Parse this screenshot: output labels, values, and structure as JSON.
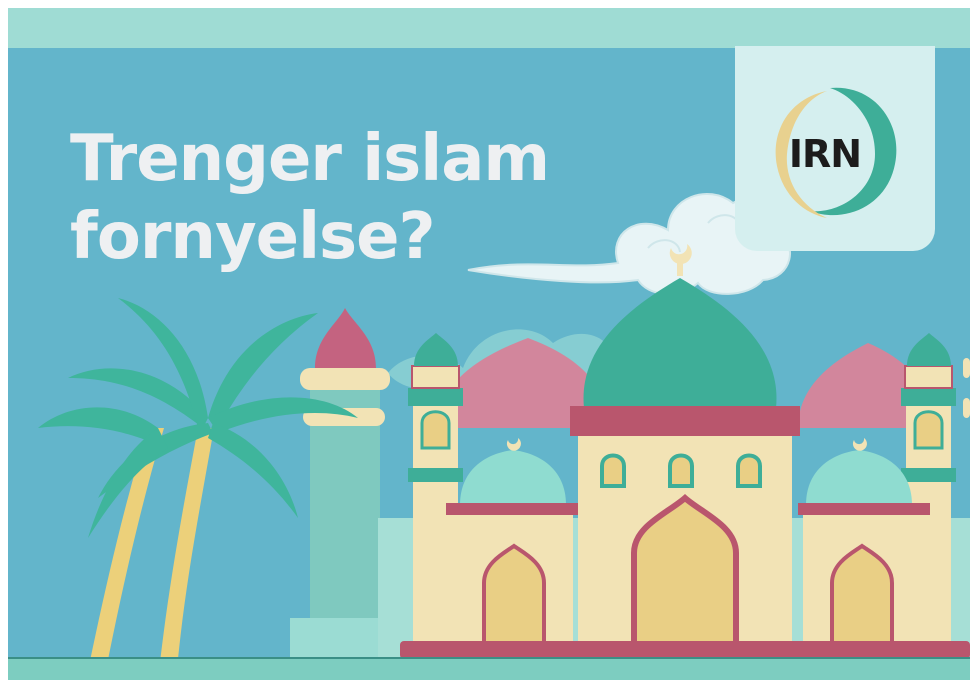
{
  "title": {
    "line1": "Trenger islam",
    "line2": "fornyelse?"
  },
  "logo": {
    "text": "IRN"
  },
  "colors": {
    "sky": "#63b5cb",
    "band": "#9fdcd4",
    "teal_dome": "#3eae98",
    "pink": "#c96b86",
    "cream": "#f2e3b5",
    "maroon": "#b9566d",
    "palm": "#3fb59c"
  }
}
